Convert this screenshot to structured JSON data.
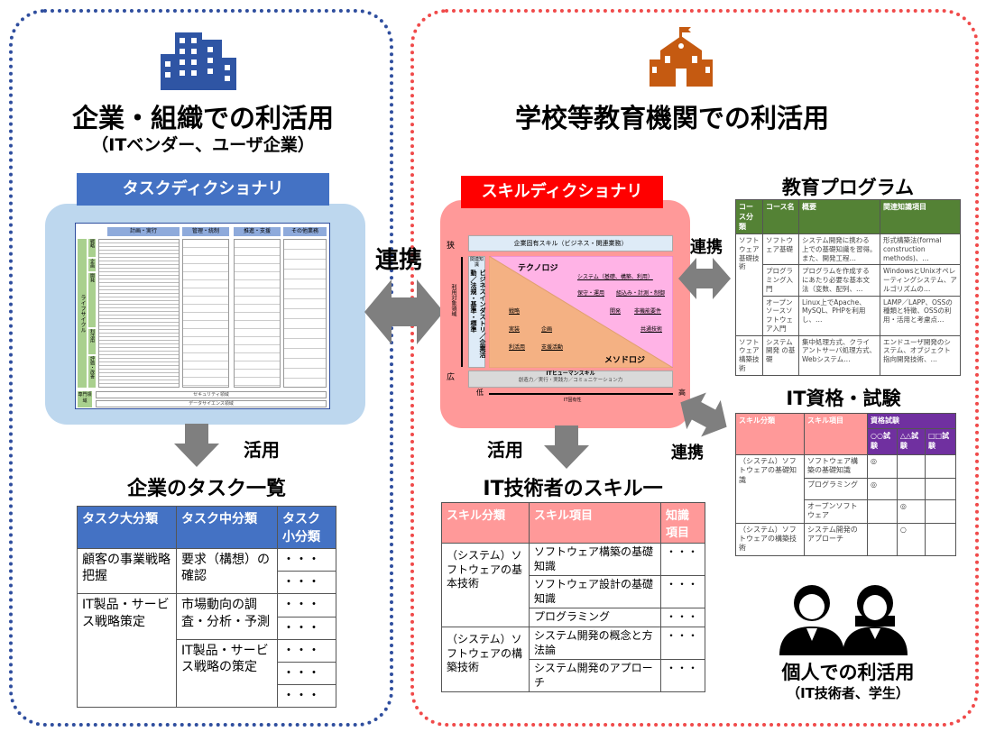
{
  "left": {
    "title": "企業・組織での利活用",
    "subtitle": "（ITベンダー、ユーザ企業）",
    "dictionary_label": "タスクディクショナリ",
    "dict_headers": [
      "計画・実行",
      "管理・統制",
      "推進・支援",
      "その他業務"
    ],
    "lifecycle_label": "ライフサイクル",
    "lifecycle_phases": [
      "戦略",
      "企画",
      "開発",
      "利活用",
      "評価・改善"
    ],
    "specialty_label": "専門領域",
    "specialty_rows": [
      "セキュリティ領域",
      "データサイエンス領域"
    ],
    "use_label": "活用",
    "list_title": "企業のタスク一覧",
    "table": {
      "headers": [
        "タスク大分類",
        "タスク中分類",
        "タスク小分類"
      ],
      "major": [
        "顧客の事業戦略把握",
        "IT製品・サービス戦略策定"
      ],
      "middle": [
        "要求（構想）の確認",
        "市場動向の調査・分析・予測",
        "IT製品・サービス戦略の策定"
      ],
      "minor": "・・・"
    }
  },
  "center": {
    "link_label": "連携"
  },
  "right": {
    "title": "学校等教育機関での利活用",
    "dictionary_label": "スキルディクショナリ",
    "skill_map": {
      "top": "企業固有スキル（ビジネス・関連業務）",
      "left_top": "関連知識",
      "left_body": "ビジネスインダストリ／企業活動／法規・基準・標準",
      "technology": "テクノロジ",
      "methodology": "メソドロジ",
      "tech_items": [
        "システム（基礎、構築、利用）",
        "保守・運用",
        "組込み・計測・制御",
        "開発",
        "非機能要件",
        "共通技術"
      ],
      "method_items": [
        "戦略",
        "実装",
        "企画",
        "利活用",
        "支援活動"
      ],
      "bottom_title": "ITヒューマンスキル",
      "bottom_sub": "創造力／実行・実践力／コミュニケーション力",
      "y_axis": "利用対象領域",
      "y_top": "狭",
      "y_bottom": "広",
      "x_axis": "IT固有性",
      "x_low": "低",
      "x_high": "高"
    },
    "use_label": "活用",
    "link_label_1": "連携",
    "link_label_2": "連携",
    "edu": {
      "title": "教育プログラム",
      "headers": [
        "コース分類",
        "コース名",
        "概要",
        "関連知識項目"
      ],
      "rows": [
        [
          "ソフトウェア基礎技術",
          "ソフトウェア基礎",
          "システム開発に携わる 上での基礎知識を習得。また、開発工程…",
          "形式構築法(formal construction methods)、…"
        ],
        [
          "",
          "プログラミング入門",
          "プログラムを作成する にあたり必要な基本文 法（変数、配列、…",
          "WindowsとUnixオペレーティングシステム、アルゴリズムの…"
        ],
        [
          "",
          "オープンソースソフトウェア入門",
          "Linux上でApache、MySQL、PHPを利用し、…",
          "LAMP／LAPP、OSSの 種類と特徴、OSSの利 用・活用と考慮点…"
        ],
        [
          "ソフトウェア構築技術",
          "システム開発 の基礎",
          "集中処理方式、クライ アントサーバ処理方式、Webシステム…",
          "エンドユーザ開発のシステム、オブジェクト 指向開発技術、…"
        ]
      ]
    },
    "cert": {
      "title": "IT資格・試験",
      "headers": [
        "スキル分類",
        "スキル項目",
        "資格試験"
      ],
      "exams": [
        "○○試験",
        "△△試験",
        "□□試験"
      ],
      "groups": [
        "（システム）ソフトウェアの基礎知識",
        "（システム）ソフトウェアの構築技術"
      ],
      "items": [
        "ソフトウェア構築の基礎知識",
        "プログラミング",
        "オープンソフトウェア",
        "システム開発のアプローチ"
      ],
      "marks": [
        "◎",
        "◎",
        "◎",
        "○"
      ]
    },
    "skills": {
      "title": "IT技術者のスキル一",
      "headers": [
        "スキル分類",
        "スキル項目",
        "知識項目"
      ],
      "groups": [
        "（システム）ソフトウェアの基本技術",
        "（システム）ソフトウェアの構築技術"
      ],
      "items": [
        "ソフトウェア構築の基礎知識",
        "ソフトウェア設計の基礎知識",
        "プログラミング",
        "システム開発の概念と方法論",
        "システム開発のアプローチ"
      ],
      "knowledge": "・・・"
    },
    "personal": {
      "title": "個人での利活用",
      "subtitle": "（IT技術者、学生）"
    }
  },
  "colors": {
    "blue": "#2f4e9e",
    "red": "#f04a4a",
    "orange": "#c55a11",
    "green": "#548235",
    "purple": "#7030a0",
    "pink": "#ff9999"
  }
}
